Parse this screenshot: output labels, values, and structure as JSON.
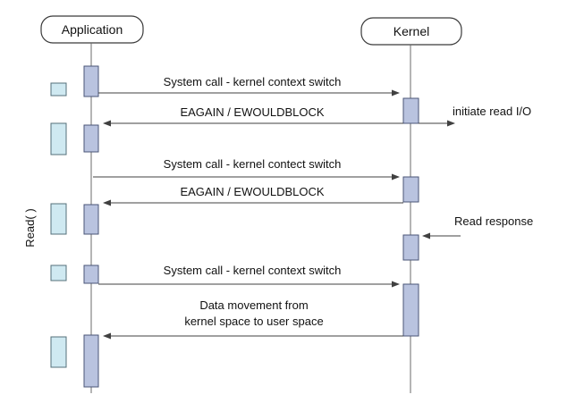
{
  "actors": {
    "application": "Application",
    "kernel": "Kernel"
  },
  "side_label": "Read( )",
  "messages": [
    {
      "id": "syscall-1",
      "text": "System call - kernel context switch"
    },
    {
      "id": "eagain-1",
      "text": "EAGAIN / EWOULDBLOCK"
    },
    {
      "id": "initiate-read",
      "text": "initiate read I/O"
    },
    {
      "id": "syscall-2",
      "text": "System call - kernel contect switch"
    },
    {
      "id": "eagain-2",
      "text": "EAGAIN / EWOULDBLOCK"
    },
    {
      "id": "read-response",
      "text": "Read response"
    },
    {
      "id": "syscall-3",
      "text": "System call - kernel context switch"
    },
    {
      "id": "data-movement-line1",
      "text": "Data movement from"
    },
    {
      "id": "data-movement-line2",
      "text": "kernel space to user space"
    }
  ],
  "colors": {
    "activation_fill": "#b9c3df",
    "side_box_fill": "#cfe9f1",
    "line": "#404040"
  }
}
